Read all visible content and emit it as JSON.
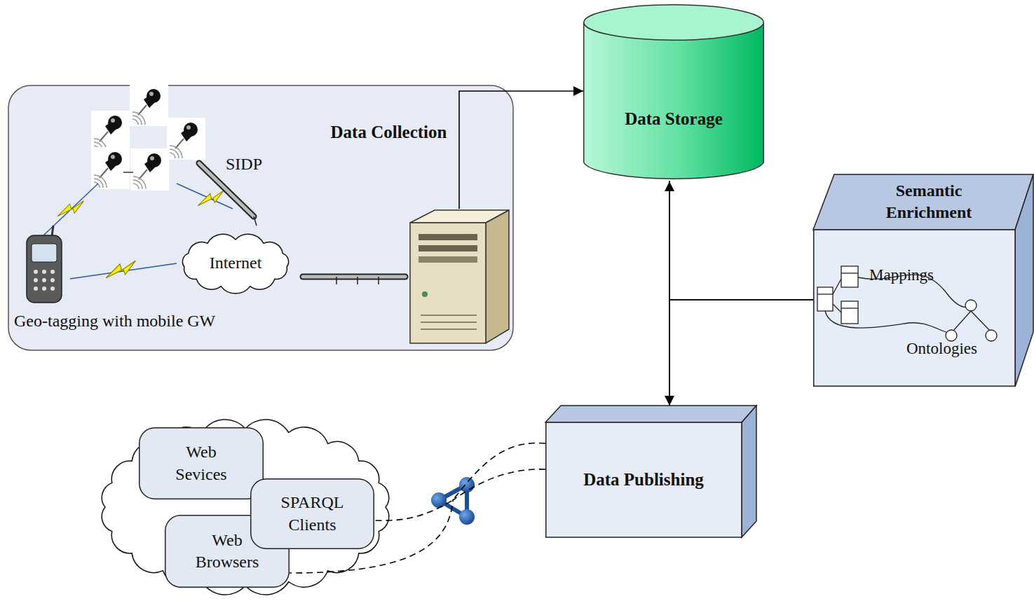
{
  "diagram": {
    "nodes": [
      {
        "text": [
          "Data Collection"
        ]
      },
      {
        "text": [
          "Internet"
        ],
        "in": 0
      },
      {
        "text": [
          "Data Storage"
        ]
      },
      {
        "text": [
          "Semantic Enrichment"
        ]
      },
      {
        "text": [
          "Data Publishing"
        ]
      },
      {
        "text": [
          "Web Sevices"
        ]
      },
      {
        "text": [
          "SPARQL Clients"
        ]
      },
      {
        "text": [
          "Web Browsers"
        ]
      }
    ],
    "edges": [
      {
        "from": 0,
        "to": 2,
        "arrow": "to"
      },
      {
        "from": 2,
        "to": 4,
        "arrow": "both"
      },
      {
        "from": 3,
        "to": 2,
        "arrow": "none"
      },
      {
        "from": 3,
        "to": 4,
        "arrow": "none"
      },
      {
        "from": 4,
        "to": 6,
        "arrow": "none"
      },
      {
        "from": 4,
        "to": 7,
        "arrow": "none"
      }
    ],
    "labels": [
      "SIDP",
      "Geo-tagging with mobile GW",
      "Mappings",
      "Ontologies"
    ]
  }
}
